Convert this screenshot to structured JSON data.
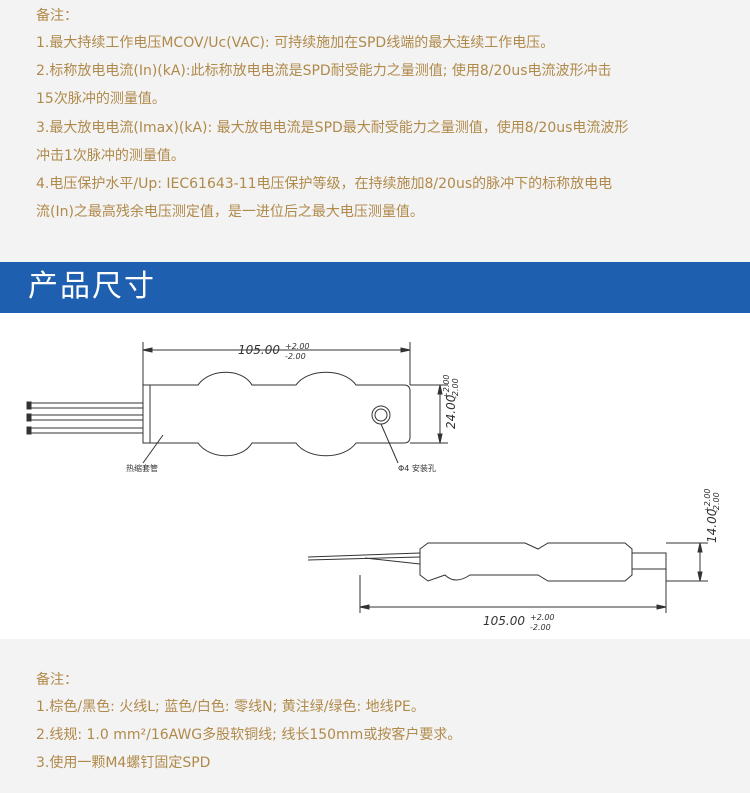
{
  "notes_top": {
    "heading": "备注：",
    "lines": [
      "1.最大持续工作电压MCOV/Uc(VAC): 可持续施加在SPD线端的最大连续工作电压。",
      "2.标称放电电流(In)(kA):此标称放电电流是SPD耐受能力之量测值; 使用8/20us电流波形冲击",
      "15次脉冲的测量值。",
      "3.最大放电电流(Imax)(kA): 最大放电电流是SPD最大耐受能力之量测值，使用8/20us电流波形",
      "冲击1次脉冲的测量值。",
      "4.电压保护水平/Up: IEC61643-11电压保护等级，在持续施加8/20us的脉冲下的标称放电电",
      "流(In)之最高残余电压测定值，是一进位后之最大电压测量值。"
    ]
  },
  "banner": {
    "title": "产品尺寸"
  },
  "drawing": {
    "top_view": {
      "length": "105.00",
      "length_tol_plus": "+2.00",
      "length_tol_minus": "-2.00",
      "height": "24.00",
      "height_tol_plus": "+2.00",
      "height_tol_minus": "-2.00",
      "label_sleeve": "热缩套管",
      "label_hole": "Φ4 安装孔"
    },
    "side_view": {
      "length": "105.00",
      "length_tol_plus": "+2.00",
      "length_tol_minus": "-2.00",
      "thickness": "14.00",
      "thickness_tol_plus": "+2.00",
      "thickness_tol_minus": "-2.00"
    }
  },
  "notes_bottom": {
    "heading": "备注：",
    "lines": [
      "1.棕色/黑色: 火线L; 蓝色/白色: 零线N; 黄注绿/绿色: 地线PE。",
      "2.线规: 1.0 mm²/16AWG多股软铜线; 线长150mm或按客户要求。",
      "3.使用一颗M4螺钉固定SPD"
    ]
  }
}
